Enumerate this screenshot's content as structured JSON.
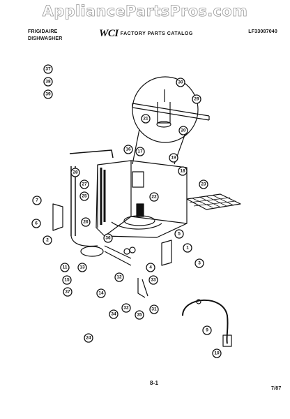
{
  "watermark": "AppliancePartsPros.com",
  "header": {
    "brand_line1": "FRIGIDAIRE",
    "brand_line2": "DISHWASHER",
    "catalog_logo": "WCI",
    "catalog_title": "FACTORY PARTS CATALOG",
    "model_number": "LF33087040"
  },
  "legend_callouts": [
    "37",
    "38",
    "39"
  ],
  "callouts": [
    "30",
    "29",
    "21",
    "20",
    "16",
    "17",
    "19",
    "18",
    "28",
    "27",
    "25",
    "22",
    "23",
    "26",
    "7",
    "6",
    "2",
    "36",
    "5",
    "1",
    "11",
    "13",
    "15",
    "37",
    "14",
    "12",
    "4",
    "3",
    "33",
    "32",
    "34",
    "35",
    "31",
    "24",
    "9",
    "10"
  ],
  "footer": {
    "page_number": "8-1",
    "date": "7/87"
  }
}
